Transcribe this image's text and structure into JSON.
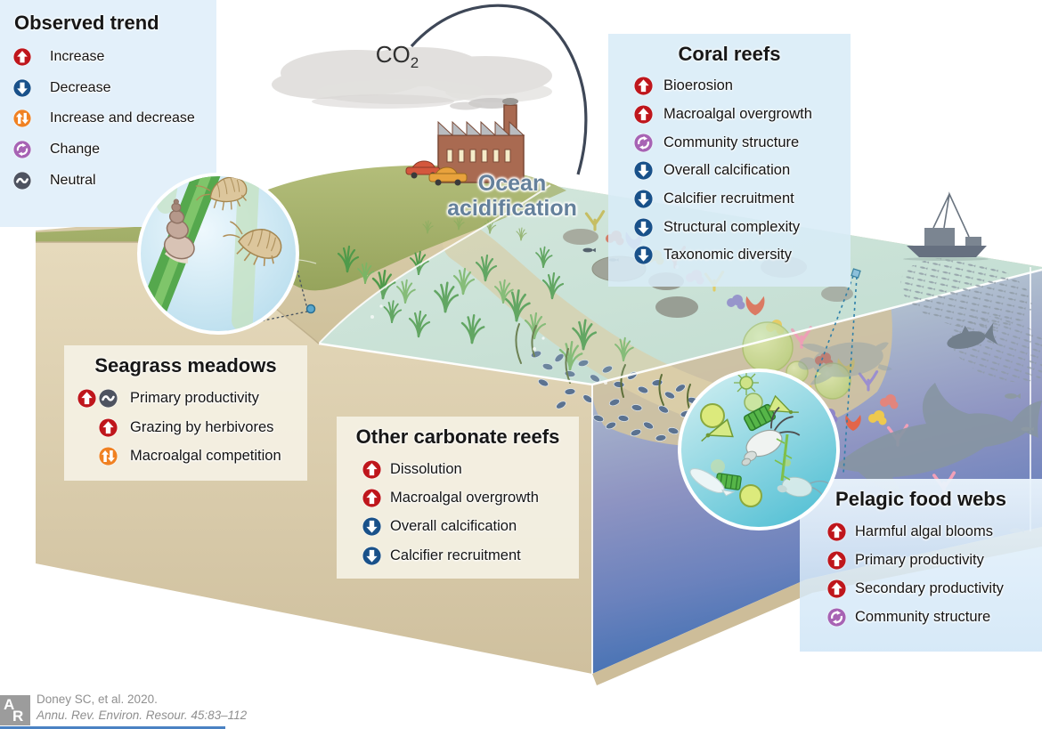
{
  "colors": {
    "increase": "#bf161c",
    "decrease": "#19518a",
    "increase_decrease": "#f08122",
    "change": "#a763b4",
    "neutral": "#4e5360",
    "arc": "#3e4757",
    "ocean_label": "#64809b",
    "legend_background": "#e3f0fa"
  },
  "legend": {
    "title": "Observed trend",
    "items": [
      {
        "icons": [
          "increase"
        ],
        "label": "Increase"
      },
      {
        "icons": [
          "decrease"
        ],
        "label": "Decrease"
      },
      {
        "icons": [
          "increase-decrease"
        ],
        "label": "Increase and decrease"
      },
      {
        "icons": [
          "change"
        ],
        "label": "Change"
      },
      {
        "icons": [
          "neutral"
        ],
        "label": "Neutral"
      }
    ]
  },
  "scene": {
    "co2_main": "CO",
    "co2_sub": "2",
    "ocean_acidification_line1": "Ocean",
    "ocean_acidification_line2": "acidification"
  },
  "panels": {
    "coral_reefs": {
      "title": "Coral reefs",
      "items": [
        {
          "icons": [
            "increase"
          ],
          "label": "Bioerosion"
        },
        {
          "icons": [
            "increase"
          ],
          "label": "Macroalgal overgrowth"
        },
        {
          "icons": [
            "change"
          ],
          "label": "Community structure"
        },
        {
          "icons": [
            "decrease"
          ],
          "label": "Overall calcification"
        },
        {
          "icons": [
            "decrease"
          ],
          "label": "Calcifier recruitment"
        },
        {
          "icons": [
            "decrease"
          ],
          "label": "Structural complexity"
        },
        {
          "icons": [
            "decrease"
          ],
          "label": "Taxonomic diversity"
        }
      ]
    },
    "seagrass_meadows": {
      "title": "Seagrass meadows",
      "items": [
        {
          "icons": [
            "increase",
            "neutral"
          ],
          "label": "Primary productivity"
        },
        {
          "icons": [
            "increase"
          ],
          "label": "Grazing by herbivores"
        },
        {
          "icons": [
            "increase-decrease"
          ],
          "label": "Macroalgal competition"
        }
      ]
    },
    "other_carbonate_reefs": {
      "title": "Other carbonate reefs",
      "items": [
        {
          "icons": [
            "increase"
          ],
          "label": "Dissolution"
        },
        {
          "icons": [
            "increase"
          ],
          "label": "Macroalgal overgrowth"
        },
        {
          "icons": [
            "decrease"
          ],
          "label": "Overall calcification"
        },
        {
          "icons": [
            "decrease"
          ],
          "label": "Calcifier recruitment"
        }
      ]
    },
    "pelagic_food_webs": {
      "title": "Pelagic food webs",
      "items": [
        {
          "icons": [
            "increase"
          ],
          "label": "Harmful algal blooms"
        },
        {
          "icons": [
            "increase"
          ],
          "label": "Primary productivity"
        },
        {
          "icons": [
            "increase"
          ],
          "label": "Secondary productivity"
        },
        {
          "icons": [
            "change"
          ],
          "label": "Community structure"
        }
      ]
    }
  },
  "citation": {
    "line1": "Doney SC, et al. 2020.",
    "line2": "Annu. Rev. Environ. Resour. 45:83–112",
    "logo_top": "A",
    "logo_bottom": "R"
  }
}
